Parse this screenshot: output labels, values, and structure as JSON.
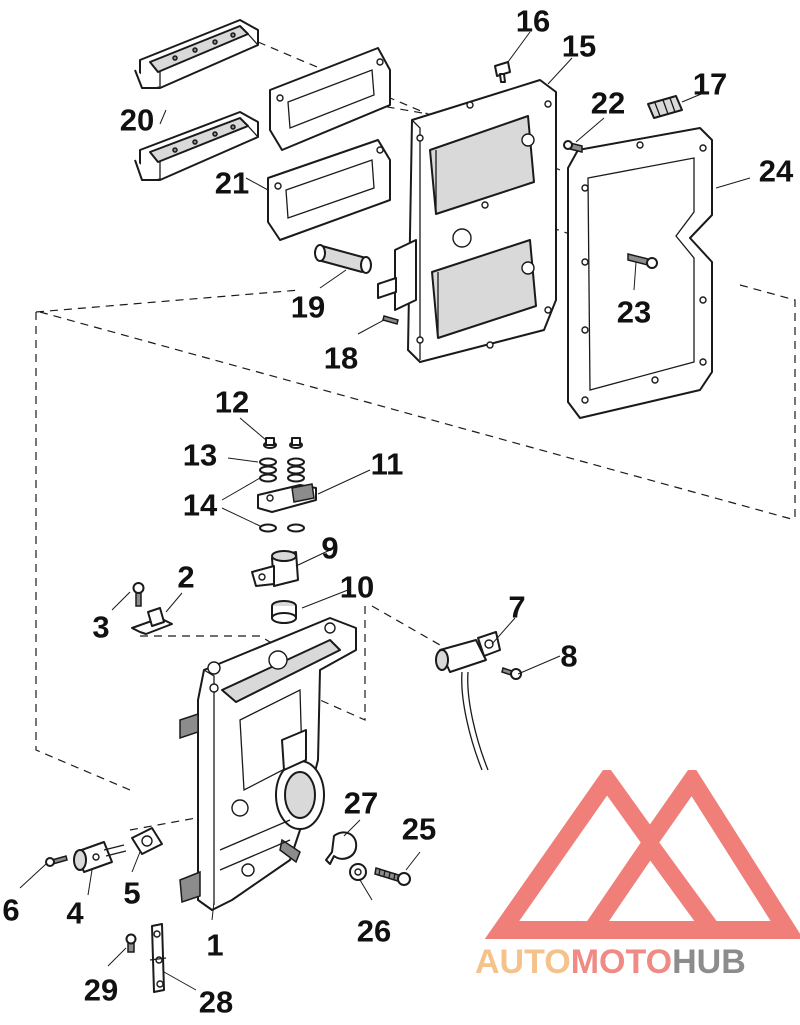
{
  "callouts": [
    {
      "id": "1",
      "text": "1"
    },
    {
      "id": "2",
      "text": "2"
    },
    {
      "id": "3",
      "text": "3"
    },
    {
      "id": "4",
      "text": "4"
    },
    {
      "id": "5",
      "text": "5"
    },
    {
      "id": "6",
      "text": "6"
    },
    {
      "id": "7",
      "text": "7"
    },
    {
      "id": "8",
      "text": "8"
    },
    {
      "id": "9",
      "text": "9"
    },
    {
      "id": "10",
      "text": "10"
    },
    {
      "id": "11",
      "text": "11"
    },
    {
      "id": "12",
      "text": "12"
    },
    {
      "id": "13",
      "text": "13"
    },
    {
      "id": "14",
      "text": "14"
    },
    {
      "id": "15",
      "text": "15"
    },
    {
      "id": "16",
      "text": "16"
    },
    {
      "id": "17",
      "text": "17"
    },
    {
      "id": "18",
      "text": "18"
    },
    {
      "id": "19",
      "text": "19"
    },
    {
      "id": "20",
      "text": "20"
    },
    {
      "id": "21",
      "text": "21"
    },
    {
      "id": "22",
      "text": "22"
    },
    {
      "id": "23",
      "text": "23"
    },
    {
      "id": "24",
      "text": "24"
    },
    {
      "id": "25",
      "text": "25"
    },
    {
      "id": "26",
      "text": "26"
    },
    {
      "id": "27",
      "text": "27"
    },
    {
      "id": "28",
      "text": "28"
    },
    {
      "id": "29",
      "text": "29"
    }
  ],
  "watermark": {
    "part1": "AUTO",
    "part2": "MOTO",
    "part3": "HUB",
    "color_auto": "#f4c28a",
    "color_moto": "#f08a84",
    "color_hub": "#8c8c8c",
    "logo_color": "#f07f7a"
  }
}
